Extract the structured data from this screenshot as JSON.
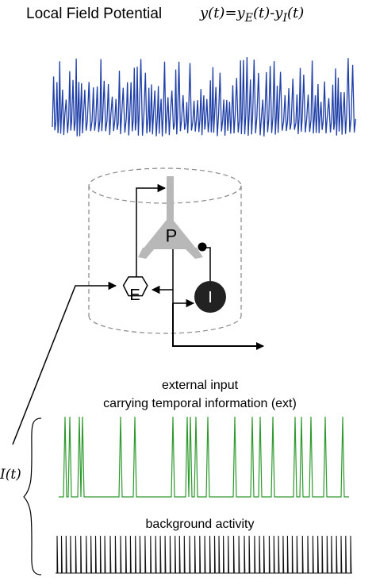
{
  "lfp": {
    "title": "Local Field Potential",
    "equation": {
      "lhs": "y(t)=y",
      "sub_e": "E",
      "mid": "(t)-y",
      "sub_i": "I",
      "rhs": "(t)"
    },
    "trace_color": "#1f3fa8"
  },
  "column": {
    "pyramidal_label": "P",
    "excitatory_label": "E",
    "inhibitory_label": "I",
    "neuron_color": "#b8b8b8",
    "inhibitory_color": "#222222",
    "dash_color": "#888888"
  },
  "external_input": {
    "title_line1": "external input",
    "title_line2": "carrying temporal information (ext)",
    "trace_color": "#2e9a2e"
  },
  "background": {
    "title": "background activity",
    "trace_color": "#111111"
  },
  "input_label": "I(t)"
}
